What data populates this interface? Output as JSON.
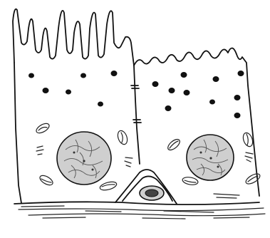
{
  "figure": {
    "cells": [
      "left-columnar-cell",
      "right-columnar-cell",
      "basal-cell"
    ],
    "colors": {
      "ink": "#111111",
      "nucleus_fill": "#cfcfcf",
      "background": "#ffffff"
    }
  }
}
